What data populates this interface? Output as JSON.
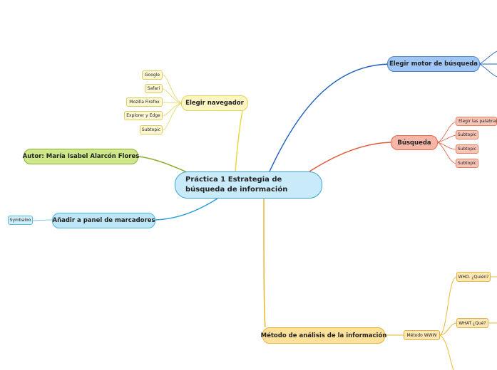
{
  "mindmap": {
    "central": "Práctica 1 Estrategia de búsqueda de información",
    "branches": {
      "motor": "Elegir motor de búsqueda",
      "busqueda": "Búsqueda",
      "navegador": "Elegir navegador",
      "autor": "Autor: María Isabel Alarcón Flores",
      "marcadores": "Añadir a panel de marcadores",
      "metodo": "Método de análisis de la información"
    },
    "navegador_items": [
      "Google",
      "Safari",
      "Mozilla Firefox",
      "Explorer y Edge",
      "Subtopic"
    ],
    "busqueda_items": [
      "Elegir las palabras",
      "Subtopic",
      "Subtopic",
      "Subtopic"
    ],
    "marcadores_items": [
      "Symbaloo"
    ],
    "metodo_item": "Método WWW",
    "www_items": [
      "WHO. ¿Quién?",
      "WHAT ¿Qué?"
    ]
  },
  "colors": {
    "blue_link": "#1f5fbf",
    "red_link": "#e0593a",
    "orange_link": "#e8b320",
    "yellow_link": "#e8d838",
    "green_link": "#86ad2a",
    "cyan_link": "#2a9fd6"
  }
}
